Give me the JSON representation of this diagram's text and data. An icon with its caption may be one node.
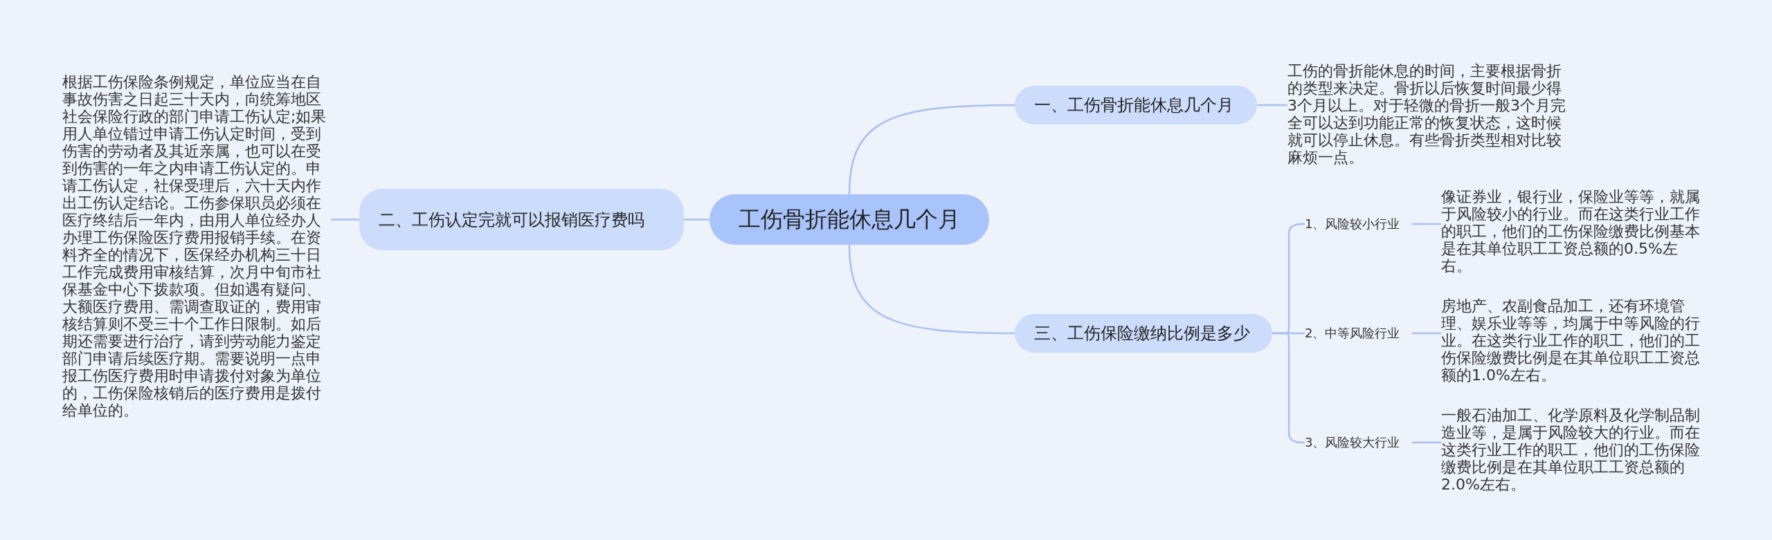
{
  "diagram": {
    "nodes": [
      {
        "text": [
          "工伤骨折能休息几个月"
        ]
      },
      {
        "text": [
          "一、工伤骨折能休息几个月"
        ]
      },
      {
        "text": [
          "工伤的骨折能休息的时间，主要根据骨折的类型来决定。骨折以后恢复时间最少得3个月以上。对于轻微的骨折一般3个月完全可以达到功能正常的恢复状态，这时候就可以停止休息。有些骨折类型相对比较麻烦一点。"
        ]
      },
      {
        "text": [
          "二、工伤认定完就可以报销医疗费吗"
        ]
      },
      {
        "text": [
          "根据工伤保险条例规定，单位应当在自事故伤害之日起三十天内，向统筹地区社会保险行政的部门申请工伤认定;如果用人单位错过申请工伤认定时间，受到伤害的劳动者及其近亲属，也可以在受到伤害的一年之内申请工伤认定的。申请工伤认定，社保受理后，六十天内作出工伤认定结论。工伤参保职员必须在医疗终结后一年内，由用人单位经办人办理工伤保险医疗费用报销手续。在资料齐全的情况下，医保经办机构三十日工作完成费用审核结算，次月中旬市社保基金中心下拨款项。但如遇有疑问、大额医疗费用、需调查取证的，费用审核结算则不受三十个工作日限制。如后期还需要进行治疗，请到劳动能力鉴定部门申请后续医疗期。需要说明一点申报工伤医疗费用时申请拨付对象为单位的，工伤保险核销后的医疗费用是拨付给单位的。"
        ]
      },
      {
        "text": [
          "三、工伤保险缴纳比例是多少"
        ]
      },
      {
        "text": [
          "1、风险较小行业"
        ]
      },
      {
        "text": [
          "像证券业，银行业，保险业等等，就属于风险较小的行业。而在这类行业工作的职工，他们的工伤保险缴费比例基本是在其单位职工工资总额的0.5%左右。"
        ]
      },
      {
        "text": [
          "2、中等风险行业"
        ]
      },
      {
        "text": [
          "房地产、农副食品加工，还有环境管理、娱乐业等等，均属于中等风险的行业。在这类行业工作的职工，他们的工伤保险缴费比例是在其单位职工工资总额的1.0%左右。"
        ]
      },
      {
        "text": [
          "3、风险较大行业"
        ]
      },
      {
        "text": [
          "一般石油加工、化学原料及化学制品制造业等，是属于风险较大的行业。而在这类行业工作的职工，他们的工伤保险缴费比例是在其单位职工工资总额的2.0%左右。"
        ]
      }
    ],
    "edges": [
      {
        "from": 0,
        "to": 1,
        "arrow": "none"
      },
      {
        "from": 1,
        "to": 2,
        "arrow": "none"
      },
      {
        "from": 0,
        "to": 3,
        "arrow": "none"
      },
      {
        "from": 3,
        "to": 4,
        "arrow": "none"
      },
      {
        "from": 0,
        "to": 5,
        "arrow": "none"
      },
      {
        "from": 5,
        "to": 6,
        "arrow": "none"
      },
      {
        "from": 5,
        "to": 8,
        "arrow": "none"
      },
      {
        "from": 5,
        "to": 10,
        "arrow": "none"
      },
      {
        "from": 6,
        "to": 7,
        "arrow": "none"
      },
      {
        "from": 8,
        "to": 9,
        "arrow": "none"
      },
      {
        "from": 10,
        "to": 11,
        "arrow": "none"
      }
    ]
  }
}
